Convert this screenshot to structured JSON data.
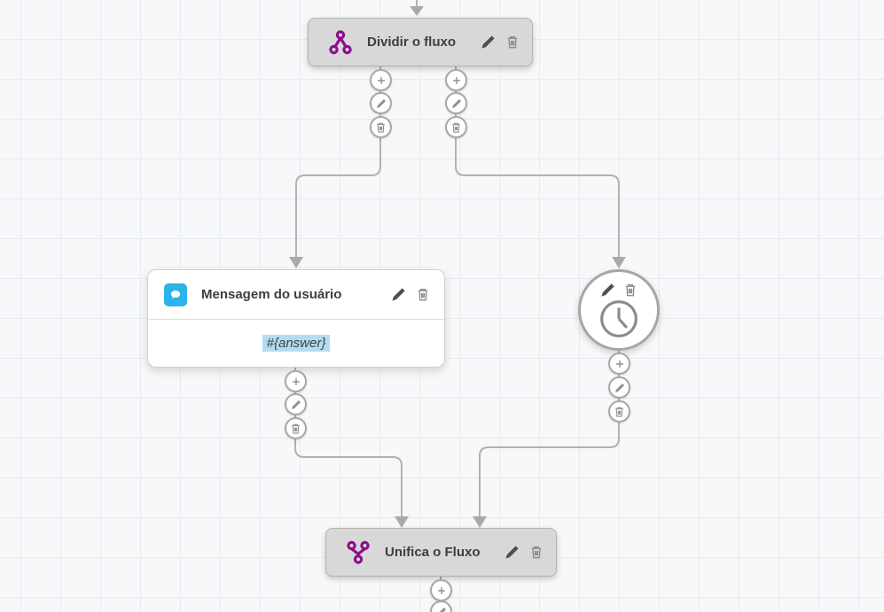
{
  "canvas": {
    "type": "flow-editor-grid"
  },
  "colors": {
    "canvas_bg": "#f7f8f9",
    "grid_line": "#e8eaf1",
    "node_fill": "#d8d8d8",
    "node_border": "#b3b3b3",
    "connector": "#b1b1b1",
    "accent_purple": "#8f0d8f",
    "message_icon_blue": "#2ab4e8",
    "variable_highlight": "#b2ddef"
  },
  "nodes": {
    "dividir": {
      "label": "Dividir o fluxo",
      "icon": "split-flow-icon",
      "actions": [
        "edit",
        "delete"
      ]
    },
    "mensagem": {
      "label": "Mensagem do usuário",
      "icon": "chat-bubble-icon",
      "body": "#{answer}",
      "actions": [
        "edit",
        "delete"
      ]
    },
    "timer": {
      "icon": "clock-icon",
      "actions": [
        "edit",
        "delete"
      ]
    },
    "unifica": {
      "label": "Unifica o Fluxo",
      "icon": "merge-flow-icon",
      "actions": [
        "edit",
        "delete"
      ]
    }
  },
  "port_buttons": [
    "add",
    "edit",
    "delete"
  ]
}
